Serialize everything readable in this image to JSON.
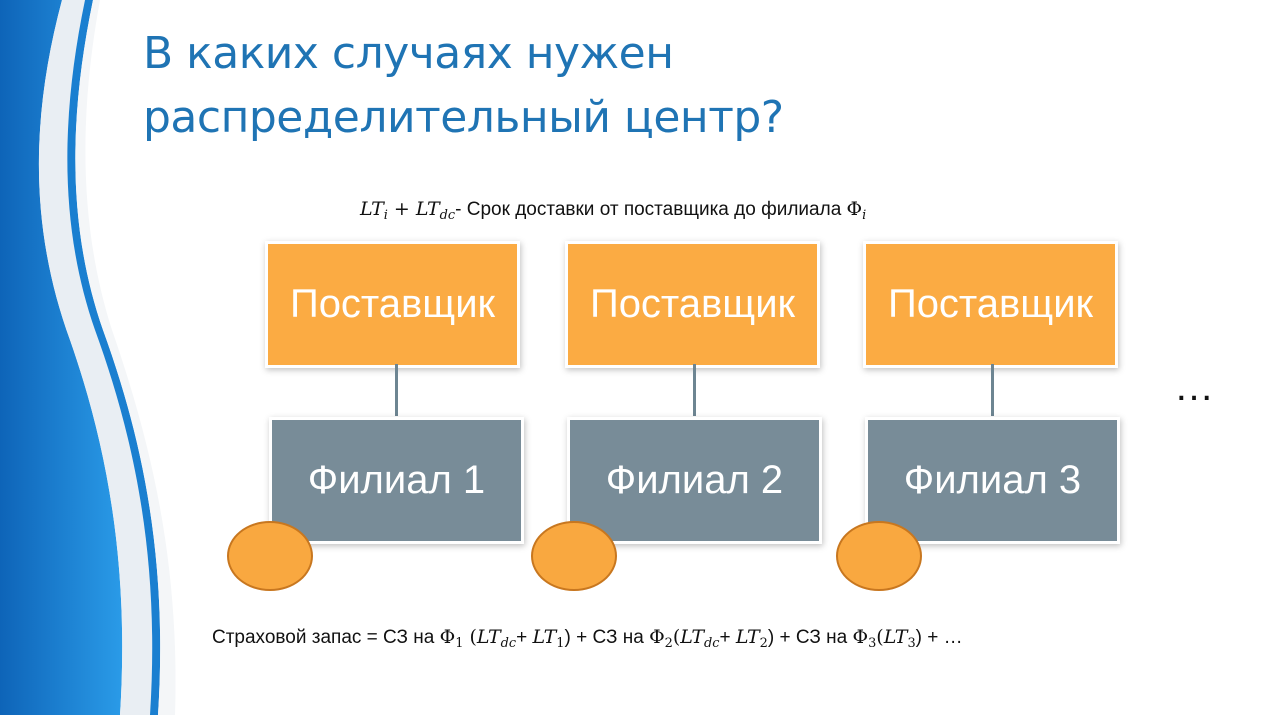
{
  "title": {
    "line1": "В каких случаях нужен",
    "line2": "распределительный центр?"
  },
  "caption": {
    "lt_i": "LT",
    "sub_i": "i",
    "plus": " + ",
    "lt_dc": "LT",
    "sub_dc": "dc",
    "text": "- Срок доставки от поставщика до филиала ",
    "phi": "Φ",
    "phi_sub": "i"
  },
  "suppliers": [
    "Поставщик",
    "Поставщик",
    "Поставщик"
  ],
  "branches": [
    "Филиал 1",
    "Филиал 2",
    "Филиал 3"
  ],
  "ellipsis": "…",
  "formula": {
    "lead": "Страховой запас = СЗ на ",
    "phi": "Φ",
    "s1": "1",
    "p1": " (",
    "lt": "LT",
    "dc": "dc",
    "plus": "+ ",
    "t1": "1",
    "close1": ") + СЗ на ",
    "s2": "2",
    "open2": "(",
    "t2": "2",
    "close2": ") + СЗ на ",
    "s3": "3",
    "open3": "(",
    "t3": "3",
    "close3": ") + …"
  },
  "colors": {
    "title": "#1f74b4",
    "supplier": "#fbab43",
    "branch": "#788c98",
    "ellipse": "#f9a840",
    "wave": "#1a7fd0"
  }
}
